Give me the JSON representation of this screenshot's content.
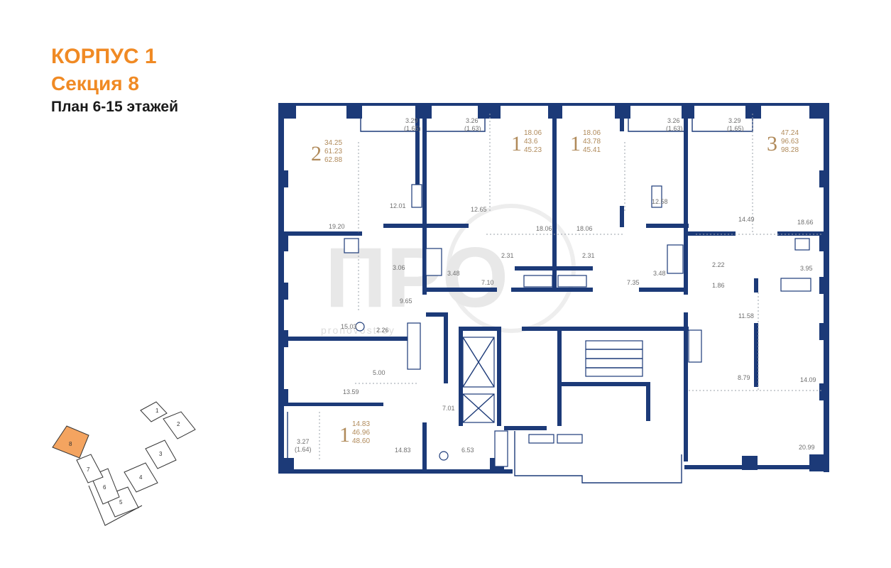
{
  "heading": {
    "building": "КОРПУС 1",
    "section": "Секция 8",
    "floors": "План 6-15 этажей"
  },
  "colors": {
    "accent": "#f08a24",
    "walls": "#1c3a78",
    "apartment_text": "#b08a5a",
    "key_highlight": "#f4a460"
  },
  "apartments": [
    {
      "id": "apt-a",
      "rooms": "2",
      "areas": [
        "34.25",
        "61.23",
        "62.88"
      ]
    },
    {
      "id": "apt-b",
      "rooms": "1",
      "areas": [
        "18.06",
        "43.6",
        "45.23"
      ]
    },
    {
      "id": "apt-c",
      "rooms": "1",
      "areas": [
        "18.06",
        "43.78",
        "45.41"
      ]
    },
    {
      "id": "apt-d",
      "rooms": "3",
      "areas": [
        "47.24",
        "96.63",
        "98.28"
      ]
    },
    {
      "id": "apt-e",
      "rooms": "1",
      "areas": [
        "14.83",
        "46.96",
        "48.60"
      ]
    }
  ],
  "room_labels": [
    {
      "text": "3.29"
    },
    {
      "text": "(1.65)"
    },
    {
      "text": "3.26"
    },
    {
      "text": "(1.63)"
    },
    {
      "text": "3.26"
    },
    {
      "text": "(1.63)"
    },
    {
      "text": "3.29"
    },
    {
      "text": "(1.65)"
    },
    {
      "text": "12.01"
    },
    {
      "text": "12.65"
    },
    {
      "text": "12.58"
    },
    {
      "text": "19.20"
    },
    {
      "text": "18.06"
    },
    {
      "text": "18.06"
    },
    {
      "text": "14.49"
    },
    {
      "text": "18.66"
    },
    {
      "text": "3.06"
    },
    {
      "text": "3.48"
    },
    {
      "text": "2.31"
    },
    {
      "text": "2.31"
    },
    {
      "text": "3.48"
    },
    {
      "text": "2.22"
    },
    {
      "text": "3.95"
    },
    {
      "text": "7.10"
    },
    {
      "text": "7.35"
    },
    {
      "text": "1.86"
    },
    {
      "text": "9.65"
    },
    {
      "text": "15.03"
    },
    {
      "text": "2.26"
    },
    {
      "text": "11.58"
    },
    {
      "text": "5.00"
    },
    {
      "text": "8.79"
    },
    {
      "text": "14.09"
    },
    {
      "text": "13.59"
    },
    {
      "text": "7.01"
    },
    {
      "text": "3.27"
    },
    {
      "text": "(1.64)"
    },
    {
      "text": "14.83"
    },
    {
      "text": "6.53"
    },
    {
      "text": "20.99"
    }
  ],
  "key_plan": {
    "sections": [
      "1",
      "2",
      "3",
      "4",
      "5",
      "6",
      "7",
      "8"
    ],
    "highlighted": "8"
  }
}
